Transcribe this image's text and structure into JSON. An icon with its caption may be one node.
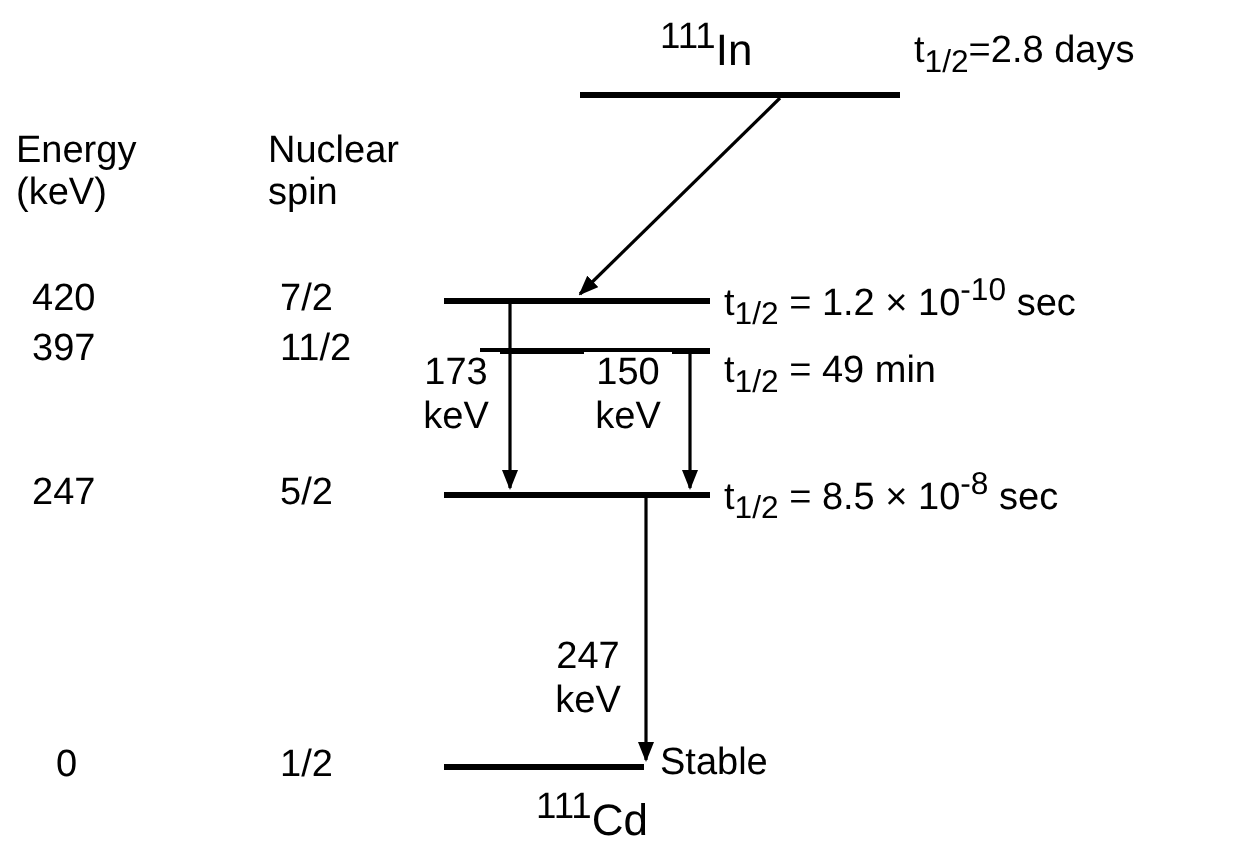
{
  "diagram": {
    "nodes": [
      {
        "text": [
          "$^{111}$In"
        ],
        "beside": [
          "t$_{1/2}$=2.8 days"
        ]
      },
      {
        "text": [],
        "shape": "bar",
        "beside": [
          "t$_{1/2}$ = 1.2 × 10$^{-10}$ sec"
        ]
      },
      {
        "text": [],
        "shape": "bar",
        "beside": [
          "t$_{1/2}$ = 49 min"
        ]
      },
      {
        "text": [],
        "shape": "bar",
        "beside": [
          "t$_{1/2}$ = 8.5 × 10$^{-8}$ sec"
        ]
      },
      {
        "text": [
          "$^{111}$Cd"
        ],
        "beside": [
          "Stable"
        ]
      }
    ],
    "edges": [
      {
        "from": 0,
        "to": 1,
        "arrow": "to"
      },
      {
        "from": 1,
        "to": 3,
        "arrow": "to",
        "label": "173 keV"
      },
      {
        "from": 2,
        "to": 3,
        "arrow": "to",
        "label": "150 keV"
      },
      {
        "from": 3,
        "to": 4,
        "arrow": "to",
        "label": "247 keV"
      }
    ],
    "labels": [
      "Energy (keV)",
      "Nuclear spin",
      "420",
      "7/2",
      "397",
      "11/2",
      "247",
      "5/2",
      "0",
      "1/2"
    ]
  }
}
